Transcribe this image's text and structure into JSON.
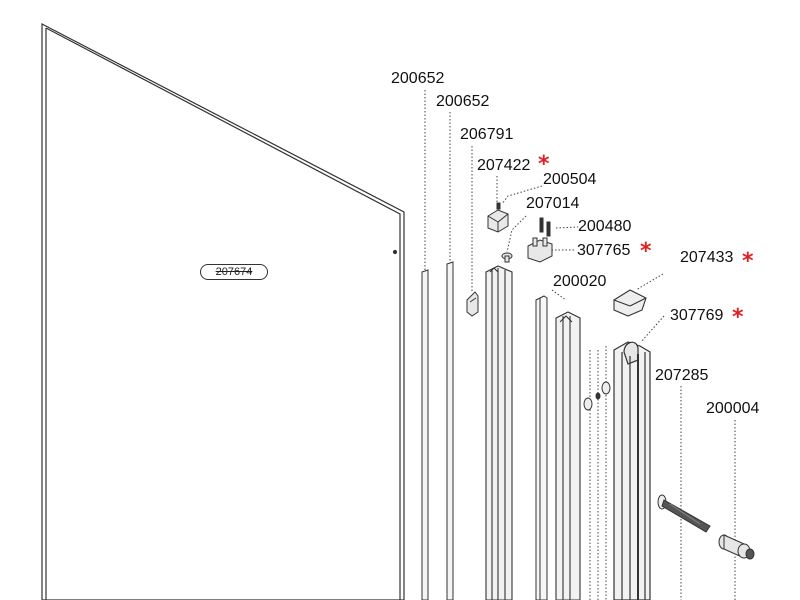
{
  "panel_label": "207674",
  "parts": [
    {
      "id": "p1",
      "number": "200652",
      "starred": false
    },
    {
      "id": "p2",
      "number": "200652",
      "starred": false
    },
    {
      "id": "p3",
      "number": "206791",
      "starred": false
    },
    {
      "id": "p4",
      "number": "207422",
      "starred": true
    },
    {
      "id": "p5",
      "number": "200504",
      "starred": false
    },
    {
      "id": "p6",
      "number": "207014",
      "starred": false
    },
    {
      "id": "p7",
      "number": "200480",
      "starred": false
    },
    {
      "id": "p8",
      "number": "307765",
      "starred": true
    },
    {
      "id": "p9",
      "number": "200020",
      "starred": false
    },
    {
      "id": "p10",
      "number": "207433",
      "starred": true
    },
    {
      "id": "p11",
      "number": "307769",
      "starred": true
    },
    {
      "id": "p12",
      "number": "207285",
      "starred": false
    },
    {
      "id": "p13",
      "number": "200004",
      "starred": false
    }
  ],
  "marker_symbol": "*",
  "colors": {
    "line": "#333333",
    "marker": "#e02020",
    "part_fill": "#f2f2f2"
  }
}
